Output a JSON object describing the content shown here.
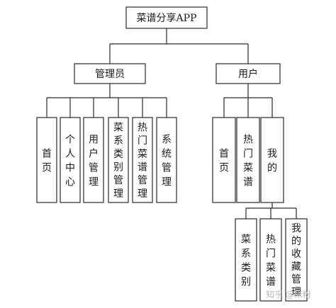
{
  "root": {
    "label": "菜谱分享APP"
  },
  "groups": [
    {
      "label": "管理员",
      "children": [
        {
          "label": "首页"
        },
        {
          "label": "个人中心"
        },
        {
          "label": "用户管理"
        },
        {
          "label": "菜系类别管理"
        },
        {
          "label": "热门菜谱管理"
        },
        {
          "label": "系统管理"
        }
      ]
    },
    {
      "label": "用户",
      "children": [
        {
          "label": "首页"
        },
        {
          "label": "热门菜谱"
        },
        {
          "label": "我的",
          "children": [
            {
              "label": "菜系类别"
            },
            {
              "label": "热门菜谱"
            },
            {
              "label": "我的收藏管理"
            }
          ]
        }
      ]
    }
  ],
  "watermark": "知乎 @米粉",
  "colors": {
    "line": "#2a2a2a",
    "background": "#ffffff"
  }
}
